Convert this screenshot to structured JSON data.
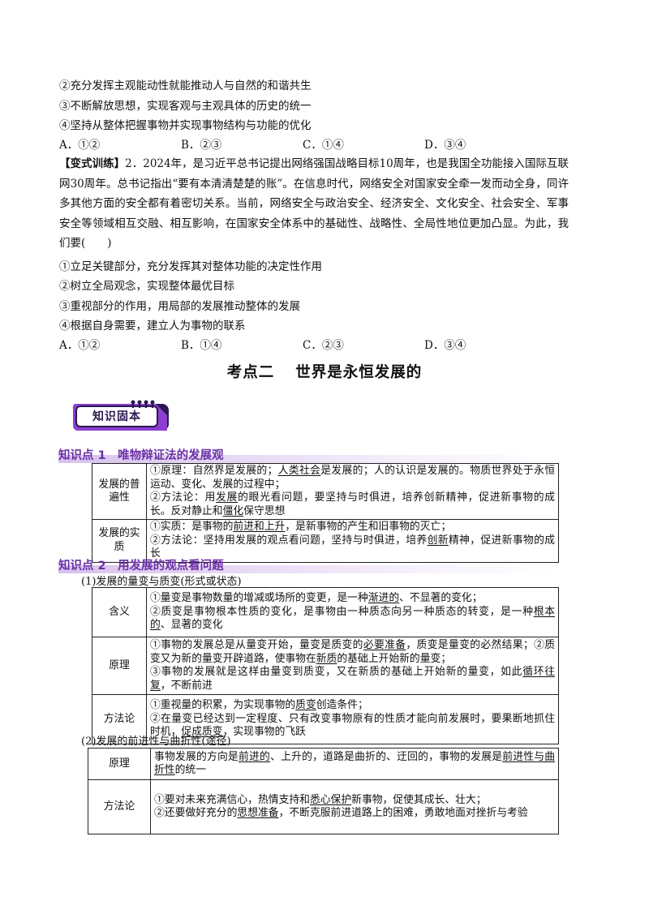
{
  "top_options": [
    "②充分发挥主观能动性就能推动人与自然的和谐共生",
    "③不断解放思想，实现客观与主观具体的历史的统一",
    "④坚持从整体把握事物并实现事物结构与功能的优化"
  ],
  "q1_choices": [
    "A．①②",
    "B．②③",
    "C．①④",
    "D．③④"
  ],
  "q2": {
    "tag": "【变式训练】",
    "text": "2．2024年，是习近平总书记提出网络强国战略目标10周年，也是我国全功能接入国际互联网30周年。总书记指出“要有本清清楚楚的账”。在信息时代，网络安全对国家安全牵一发而动全身，同许多其他方面的安全都有着密切关系。当前，网络安全与政治安全、经济安全、文化安全、社会安全、军事安全等领域相互交融、相互影响，在国家安全体系中的基础性、战略性、全局性地位更加凸显。为此，我们要(　　)",
    "options": [
      "①立足关键部分，充分发挥其对整体功能的决定性作用",
      "②树立全局观念，实现整体最优目标",
      "③重视部分的作用，用局部的发展推动整体的发展",
      "④根据自身需要，建立人为事物的联系"
    ],
    "choices": [
      "A．①②",
      "B．①④",
      "C．②③",
      "D．③④"
    ]
  },
  "section_title": {
    "left": "考点二",
    "right": "世界是永恒发展的"
  },
  "badge_label": "知识固本",
  "kp1": {
    "title": "知识点 1　唯物辩证法的发展观",
    "rows": [
      {
        "label": "发展的普遍性",
        "p1": "①原理：自然界是发展的；",
        "u1": "人类社会",
        "p2": "是发展的；人的认识是发展的。物质世界处于永恒运动、变化、发展的过程中；",
        "p3": "②方法论：用",
        "u2": "发展",
        "p4": "的眼光看问题，要坚持与时俱进，培养创新精神，促进新事物的成长。反对静止和",
        "u3": "僵化",
        "p5": "保守思想"
      },
      {
        "label": "发展的实质",
        "p1": "①实质：是事物的",
        "u1": "前进和上升",
        "p2": "，是新事物的产生和旧事物的灭亡；",
        "p3": "②方法论：坚持用发展的观点看问题，坚持与时俱进，培养",
        "u2": "创新",
        "p4": "精神，促进新事物的成长"
      }
    ]
  },
  "kp2": {
    "title": "知识点 2　用发展的观点看问题",
    "sub1": "(1)发展的量变与质变(形式或状态)",
    "table1": [
      {
        "label": "含义",
        "p1": "①量变是事物数量的增减或场所的变更，是一种",
        "u1": "渐进的",
        "p2": "、不显著的变化；",
        "p3": "②质变是事物根本性质的变化，是事物由一种质态向另一种质态的转变，是一种",
        "u2": "根本的",
        "p4": "、显著的变化"
      },
      {
        "label": "原理",
        "p1": "①事物的发展总是从量变开始，量变是质变的",
        "u1": "必要准备",
        "p2": "，质变是量变的必然结果；②质变又为新的量变开辟道路，使事物在",
        "u2": "新质",
        "p3": "的基础上开始新的量变；",
        "p4": "③事物的发展就是这样由量变到质变，又在新质的基础上开始新的量变，如此",
        "u3": "循环往复",
        "p5": "，不断前进"
      },
      {
        "label": "方法论",
        "p1": "①重视量的积累，为实现事物的",
        "u1": "质变",
        "p2": "创造条件；",
        "p3": "②在量变已经达到一定程度、只有改变事物原有的性质才能向前发展时，要果断地抓住时机，",
        "u2": "促成质变",
        "p4": "，实现事物的飞跃"
      }
    ],
    "sub2": "(2)发展的前进性与曲折性(途径)",
    "table2": [
      {
        "label": "原理",
        "p1": "事物发展的方向是",
        "u1": "前进的",
        "p2": "、上升的，道路是曲折的、迂回的，事物的发展是",
        "u2": "前进性与曲折性",
        "p3": "的统一"
      },
      {
        "label": "方法论",
        "p1": "①要对未来充满信心，热情支持和",
        "u1": "悉心保护",
        "p2": "新事物，促使其成长、壮大；",
        "p3": "②还要做好充分的",
        "u2": "思想准备",
        "p4": "，不断克服前进道路上的困难，勇敢地面对挫折与考验"
      }
    ]
  },
  "colors": {
    "accent_purple": "#6a2fa5",
    "badge_purple": "#8b3fd0",
    "badge_bg": "#ffffff"
  }
}
